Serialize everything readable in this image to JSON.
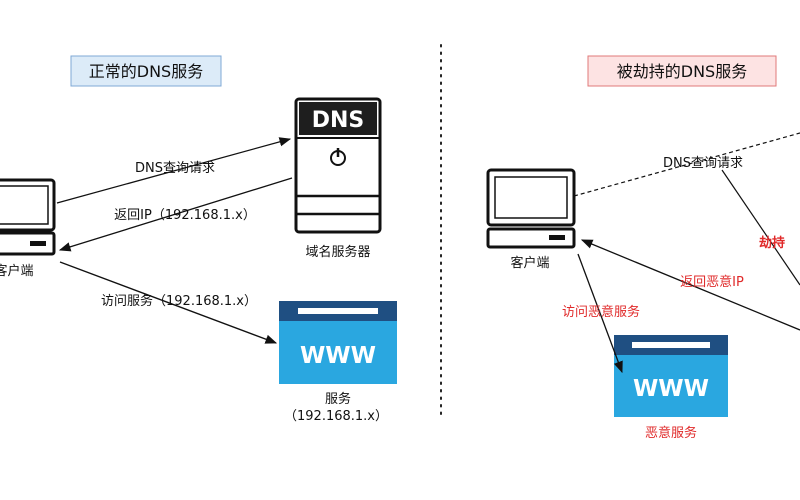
{
  "left_panel": {
    "title": "正常的DNS服务",
    "query_label": "DNS查询请求",
    "return_label": "返回IP（192.168.1.x）",
    "visit_label": "访问服务（192.168.1.x）",
    "client_label": "客户端",
    "dns_server_text": "DNS",
    "dns_server_label": "域名服务器",
    "service_text": "WWW",
    "service_label": "服务",
    "service_ip": "（192.168.1.x）"
  },
  "right_panel": {
    "title": "被劫持的DNS服务",
    "query_label": "DNS查询请求",
    "hijack_label": "劫持",
    "return_label": "返回恶意IP",
    "visit_label": "访问恶意服务",
    "client_label": "客户端",
    "service_text": "WWW",
    "service_label": "恶意服务"
  },
  "colors": {
    "accent_blue": "#2aa7e0",
    "dark_blue": "#1f4f82",
    "line": "#111111",
    "danger_red": "#e02a2a",
    "normal_box_fill": "#dcebf8",
    "normal_box_stroke": "#7fa8d6",
    "hijack_box_fill": "#fde3e3",
    "hijack_box_stroke": "#e07a7a"
  }
}
